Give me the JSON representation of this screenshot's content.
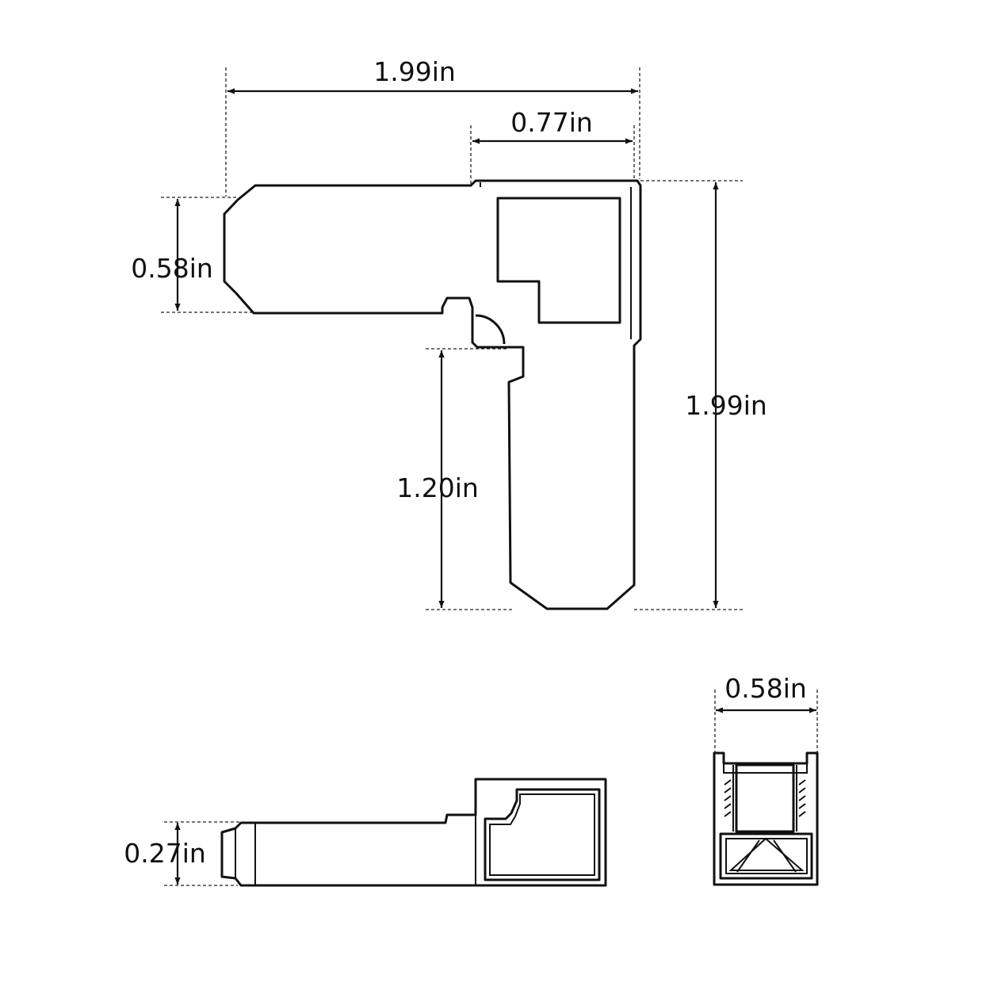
{
  "dimensions": {
    "top_width": "1.99in",
    "head_width": "0.77in",
    "arm_height": "0.58in",
    "stem_height": "1.20in",
    "total_height": "1.99in",
    "side_thickness": "0.27in",
    "end_width": "0.58in"
  },
  "views": [
    "top-view",
    "side-view",
    "end-view"
  ],
  "colors": {
    "line": "#111111",
    "background": "#ffffff"
  }
}
